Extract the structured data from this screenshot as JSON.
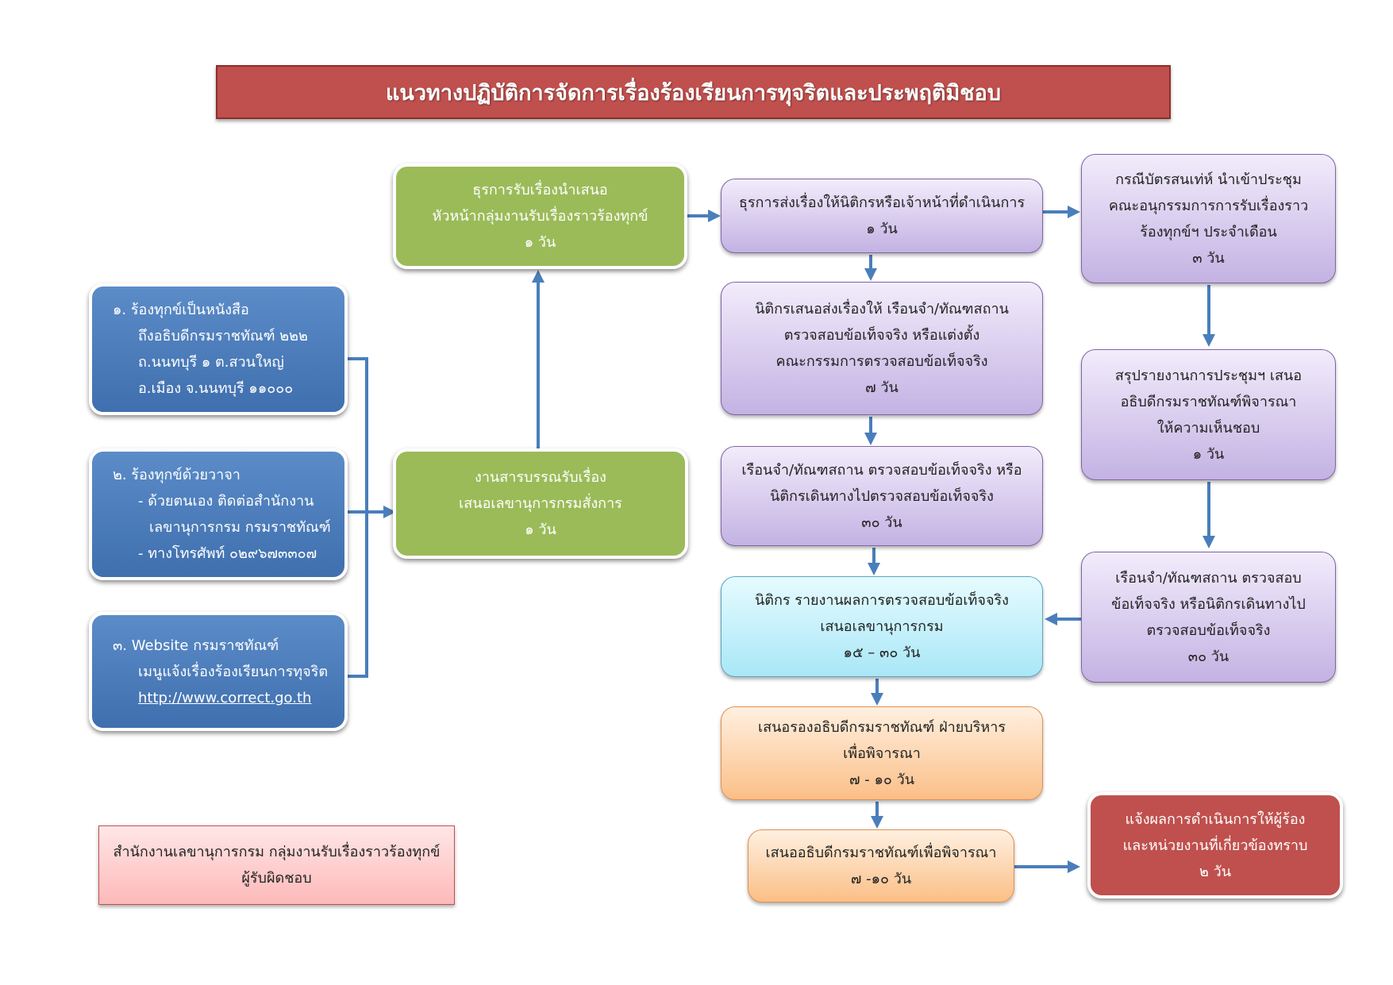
{
  "title": "แนวทางปฏิบัติการจัดการเรื่องร้องเรียนการทุจริตและประพฤติมิชอบ",
  "channels": {
    "letter": [
      "๑. ร้องทุกข์เป็นหนังสือ",
      "ถึงอธิบดีกรมราชทัณฑ์ ๒๒๒",
      "ถ.นนทบุรี ๑ ต.สวนใหญ่",
      "อ.เมือง จ.นนทบุรี ๑๑๐๐๐"
    ],
    "verbal": [
      "๒. ร้องทุกข์ด้วยวาจา",
      "- ด้วยตนเอง ติดต่อสำนักงาน",
      "เลขานุการกรม กรมราชทัณฑ์",
      "- ทางโทรศัพท์ ๐๒๙๖๗๓๓๐๗"
    ],
    "website": [
      "๓. Website กรมราชทัณฑ์",
      "เมนูแจ้งเรื่องร้องเรียนการทุจริต",
      "http://www.correct.go.th"
    ]
  },
  "steps": {
    "saraban": [
      "งานสารบรรณรับเรื่อง",
      "เสนอเลขานุการกรมสั่งการ",
      "๑ วัน"
    ],
    "receive": [
      "ธุรการรับเรื่องนำเสนอ",
      "หัวหน้ากลุ่มงานรับเรื่องราวร้องทุกข์",
      "๑ วัน"
    ],
    "forward": [
      "ธุรการส่งเรื่องให้นิติกรหรือเจ้าหน้าที่ดำเนินการ",
      "๑ วัน"
    ],
    "legal_propose": [
      "นิติกรเสนอส่งเรื่องให้ เรือนจำ/ทัณฑสถาน",
      "ตรวจสอบข้อเท็จจริง หรือแต่งตั้ง",
      "คณะกรรมการตรวจสอบข้อเท็จจริง",
      "๗ วัน"
    ],
    "prison_check": [
      "เรือนจำ/ทัณฑสถาน ตรวจสอบข้อเท็จจริง หรือ",
      "นิติกรเดินทางไปตรวจสอบข้อเท็จจริง",
      "๓๐ วัน"
    ],
    "legal_report": [
      "นิติกร รายงานผลการตรวจสอบข้อเท็จจริง",
      "เสนอเลขานุการกรม",
      "๑๕ – ๓๐ วัน"
    ],
    "deputy": [
      "เสนอรองอธิบดีกรมราชทัณฑ์ ฝ่ายบริหาร",
      "เพื่อพิจารณา",
      "๗ - ๑๐ วัน"
    ],
    "director": [
      "เสนออธิบดีกรมราชทัณฑ์เพื่อพิจารณา",
      "๗ -๑๐ วัน"
    ],
    "notify": [
      "แจ้งผลการดำเนินการให้ผู้ร้อง",
      "และหน่วยงานที่เกี่ยวข้องทราบ",
      "๒ วัน"
    ],
    "anonymous": [
      "กรณีบัตรสนเท่ห์ นำเข้าประชุม",
      "คณะอนุกรรมการการรับเรื่องราว",
      "ร้องทุกข์ฯ ประจำเดือน",
      "๓ วัน"
    ],
    "summary": [
      "สรุปรายงานการประชุมฯ เสนอ",
      "อธิบดีกรมราชทัณฑ์พิจารณา",
      "ให้ความเห็นชอบ",
      "๑ วัน"
    ],
    "prison_check2": [
      "เรือนจำ/ทัณฑสถาน ตรวจสอบ",
      "ข้อเท็จจริง หรือนิติกรเดินทางไป",
      "ตรวจสอบข้อเท็จจริง",
      "๓๐ วัน"
    ]
  },
  "responsible": [
    "สำนักงานเลขานุการกรม กลุ่มงานรับเรื่องราวร้องทุกข์",
    "ผู้รับผิดชอบ"
  ],
  "colors": {
    "arrow": "#4a7ebb",
    "title_bg": "#c0504d"
  }
}
